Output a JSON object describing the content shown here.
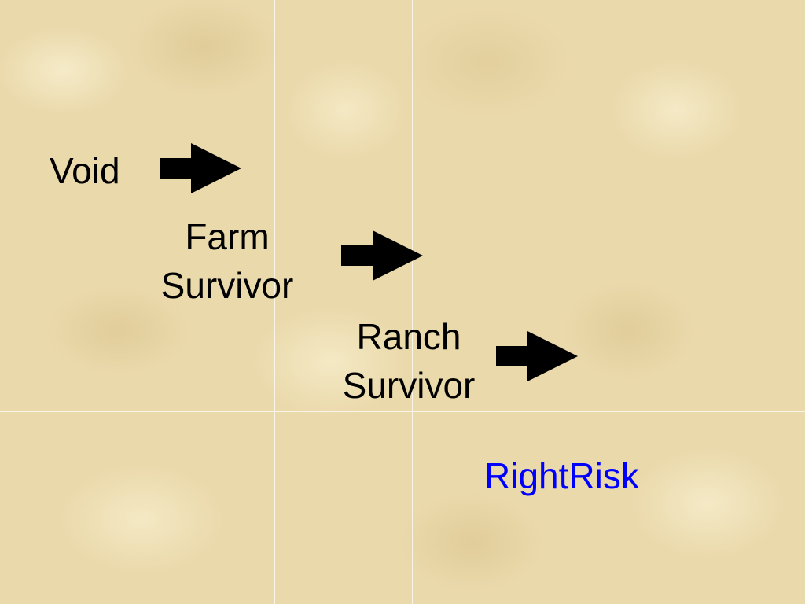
{
  "colors": {
    "text": "#000000",
    "highlight": "#0000ff",
    "arrow": "#000000",
    "background": "#ead9ab"
  },
  "steps": {
    "void": {
      "lines": [
        "Void"
      ]
    },
    "farm": {
      "lines": [
        "Farm",
        "Survivor"
      ]
    },
    "ranch": {
      "lines": [
        "Ranch",
        "Survivor"
      ]
    },
    "rightrisk": {
      "lines": [
        "RightRisk"
      ]
    }
  },
  "icons": {
    "arrow": "right-arrow-icon"
  }
}
